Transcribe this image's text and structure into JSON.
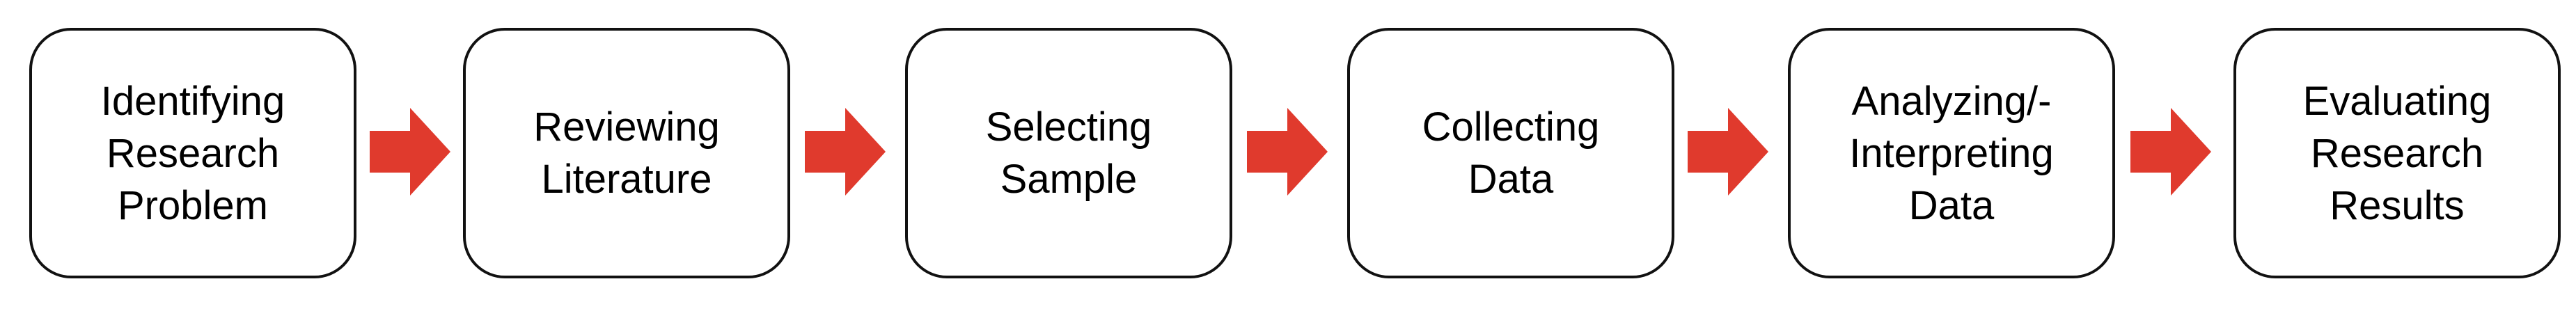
{
  "diagram": {
    "steps": [
      {
        "label": "Identifying\nResearch\nProblem"
      },
      {
        "label": "Reviewing\nLiterature"
      },
      {
        "label": "Selecting\nSample"
      },
      {
        "label": "Collecting\nData"
      },
      {
        "label": "Analyzing/-\nInterpreting\nData"
      },
      {
        "label": "Evaluating\nResearch\nResults"
      }
    ],
    "arrow_color": "#e03a2d",
    "arrow_icon": "arrow-right-icon"
  }
}
